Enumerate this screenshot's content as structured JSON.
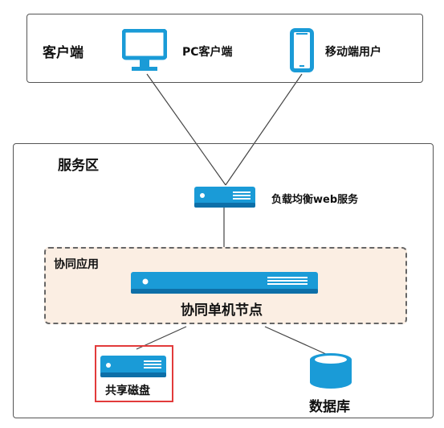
{
  "client_zone": {
    "title": "客户端",
    "pc_label": "PC客户端",
    "mobile_label": "移动端用户"
  },
  "service_zone": {
    "title": "服务区",
    "load_balancer_label": "负载均衡web服务",
    "collab_group_title": "协同应用",
    "node_label": "协同单机节点",
    "shared_disk_label": "共享磁盘",
    "database_label": "数据库"
  },
  "colors": {
    "device_blue": "#1a9bd7",
    "device_dark": "#0d6fa8",
    "highlight_red": "#e23b3b",
    "group_fill": "#fbeee3"
  },
  "icons": {
    "pc": "monitor-icon",
    "mobile": "mobile-phone-icon",
    "server": "server-icon",
    "database": "database-icon"
  }
}
